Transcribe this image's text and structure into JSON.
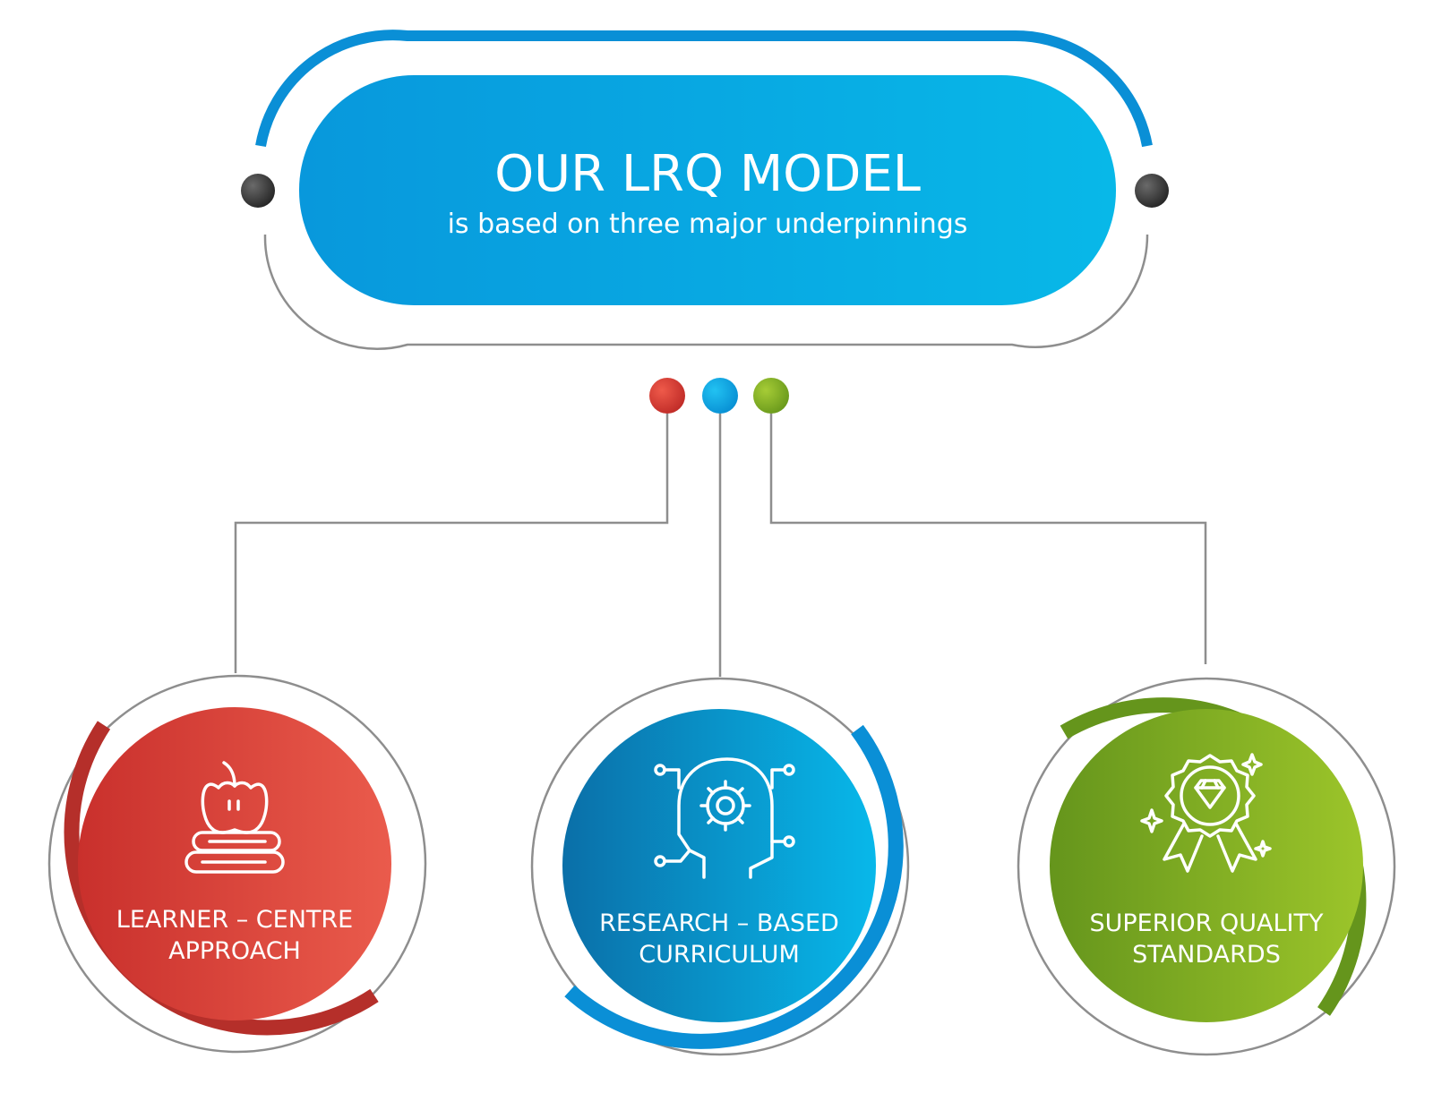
{
  "header": {
    "title": "OUR LRQ MODEL",
    "subtitle": "is based on three major underpinnings"
  },
  "colors": {
    "red": "#d8403a",
    "blue": "#0a9ee0",
    "green": "#7aac22",
    "connector": "#8e8e8e",
    "knob": "#3a3a3a"
  },
  "pillars": [
    {
      "line1": "LEARNER – CENTRE",
      "line2": "APPROACH",
      "icon": "apple-books-icon",
      "color": "red"
    },
    {
      "line1": "RESEARCH – BASED",
      "line2": "CURRICULUM",
      "icon": "head-gear-circuit-icon",
      "color": "blue"
    },
    {
      "line1": "SUPERIOR QUALITY",
      "line2": "STANDARDS",
      "icon": "diamond-badge-icon",
      "color": "green"
    }
  ]
}
